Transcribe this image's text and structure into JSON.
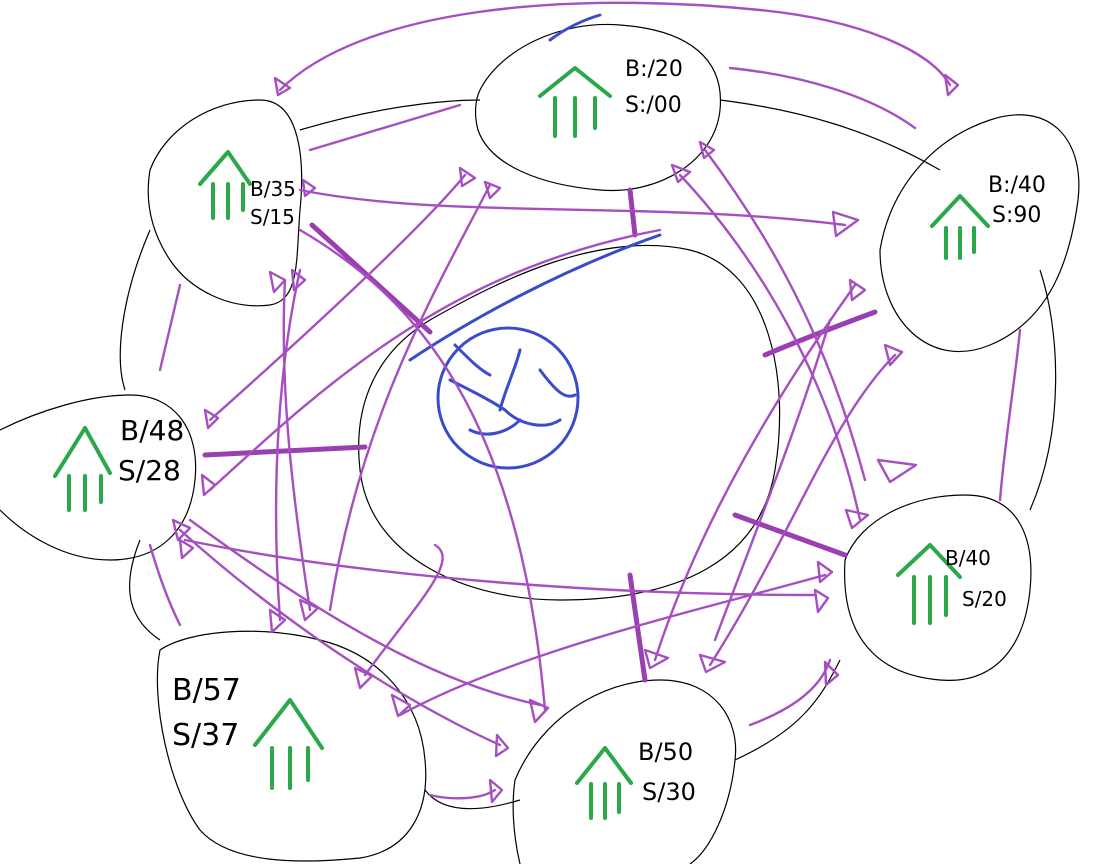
{
  "colors": {
    "arrow": "#a64fc0",
    "link": "#9a3fb0",
    "core": "#3b4cca",
    "tree": "#2aa84a",
    "outline": "#000000",
    "background": "#ffffff"
  },
  "icons": {
    "node": "tree-icon",
    "core": "globe-icon"
  },
  "nodes": [
    {
      "id": "top",
      "b": "B:/20",
      "s": "S:/00"
    },
    {
      "id": "upper-left",
      "b": "B/35",
      "s": "S/15"
    },
    {
      "id": "upper-right",
      "b": "B:/40",
      "s": "S:90"
    },
    {
      "id": "left",
      "b": "B/48",
      "s": "S/28"
    },
    {
      "id": "right",
      "b": "B/40",
      "s": "S/20"
    },
    {
      "id": "lower-left",
      "b": "B/57",
      "s": "S/37"
    },
    {
      "id": "bottom",
      "b": "B/50",
      "s": "S/30"
    }
  ]
}
